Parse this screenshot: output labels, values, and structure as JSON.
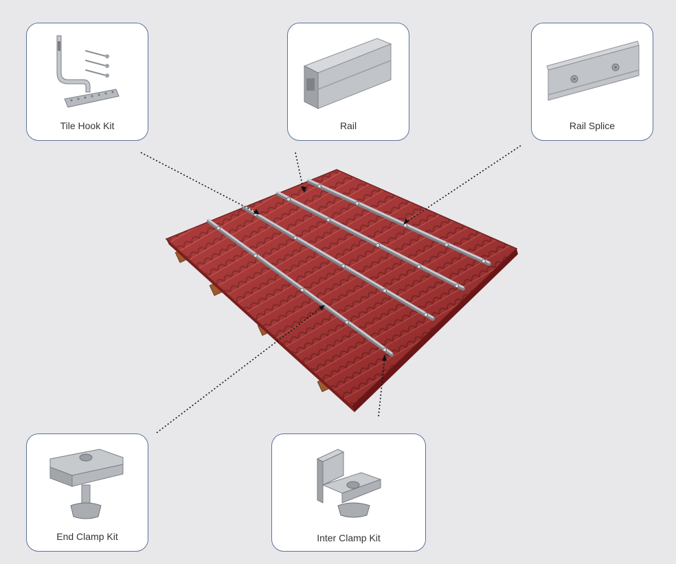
{
  "components": {
    "tile_hook_kit": "Tile Hook Kit",
    "rail": "Rail",
    "rail_splice": "Rail Splice",
    "end_clamp_kit": "End Clamp Kit",
    "inter_clamp_kit": "Inter Clamp Kit"
  },
  "colors": {
    "background": "#e8e8ea",
    "card_border": "#5a7199",
    "roof_tile": "#a52a2a",
    "aluminum": "#b9bcc1",
    "timber": "#9c5a2e"
  }
}
